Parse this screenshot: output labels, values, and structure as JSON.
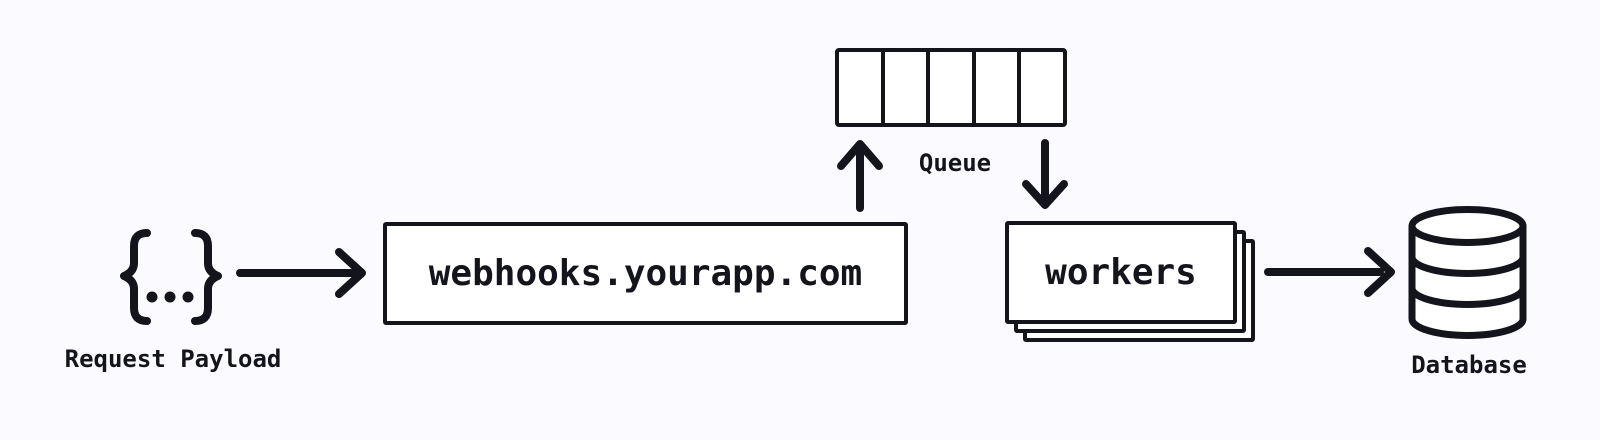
{
  "diagram_title": "webhook-processing-architecture",
  "colors": {
    "ink": "#14141d",
    "background": "#fafaff",
    "node_fill": "#ffffff"
  },
  "nodes": {
    "payload": {
      "icon": "json-payload-braces",
      "label": "Request Payload"
    },
    "webhooks": {
      "label": "webhooks.yourapp.com"
    },
    "queue": {
      "label": "Queue",
      "cells": 5
    },
    "workers": {
      "label": "workers",
      "stack_count": 3
    },
    "database": {
      "icon": "database-cylinder",
      "label": "Database"
    }
  },
  "edges": [
    {
      "from": "payload",
      "to": "webhooks",
      "direction": "right"
    },
    {
      "from": "webhooks",
      "to": "queue",
      "direction": "up"
    },
    {
      "from": "queue",
      "to": "workers",
      "direction": "down"
    },
    {
      "from": "workers",
      "to": "database",
      "direction": "right"
    }
  ]
}
